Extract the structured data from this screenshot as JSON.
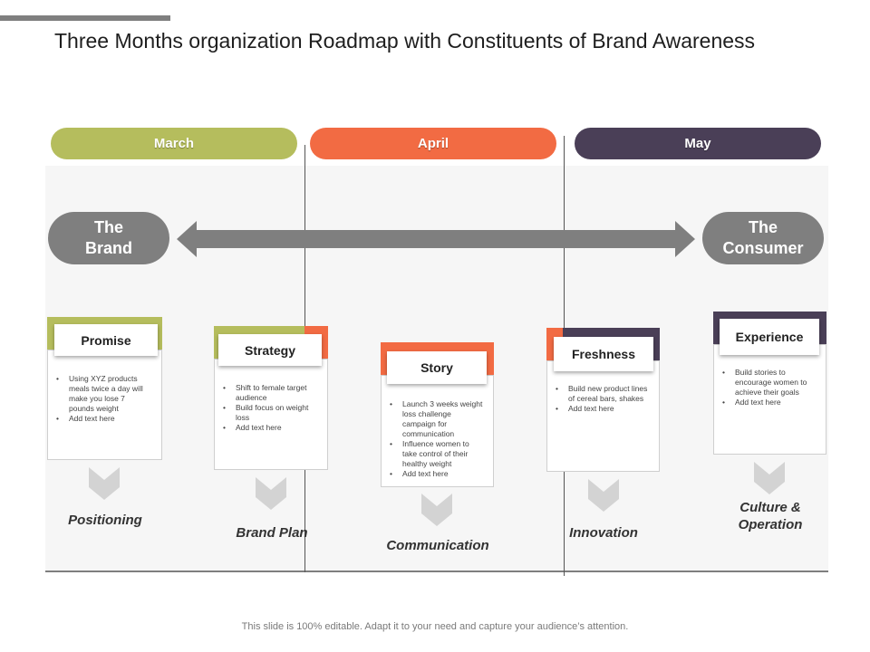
{
  "title": "Three Months organization Roadmap with Constituents of Brand Awareness",
  "months": [
    {
      "label": "March",
      "color": "#b5bd5d"
    },
    {
      "label": "April",
      "color": "#f26b43"
    },
    {
      "label": "May",
      "color": "#4a3f57"
    }
  ],
  "endpoints": {
    "left": "The\nBrand",
    "right": "The\nConsumer"
  },
  "cards": [
    {
      "title": "Promise",
      "accent": "#b5bd5d",
      "bullets": [
        "Using XYZ products meals twice a day will make you lose 7 pounds weight",
        "Add text here"
      ],
      "phase": "Positioning"
    },
    {
      "title": "Strategy",
      "accent": "#b5bd5d",
      "accent2": "#f26b43",
      "bullets": [
        "Shift to female target audience",
        "Build focus on weight loss",
        "Add text here"
      ],
      "phase": "Brand Plan"
    },
    {
      "title": "Story",
      "accent": "#f26b43",
      "bullets": [
        "Launch 3 weeks weight loss challenge campaign for communication",
        "Influence women to take control of their healthy weight",
        "Add text here"
      ],
      "phase": "Communication"
    },
    {
      "title": "Freshness",
      "accent": "#f26b43",
      "accent2": "#4a3f57",
      "bullets": [
        "Build new product lines of cereal bars, shakes",
        "Add text here"
      ],
      "phase": "Innovation"
    },
    {
      "title": "Experience",
      "accent": "#4a3f57",
      "bullets": [
        "Build stories to encourage women to achieve their goals",
        "Add text here"
      ],
      "phase": "Culture &\nOperation"
    }
  ],
  "footer": "This slide is 100% editable. Adapt it to your need and capture your audience’s attention."
}
